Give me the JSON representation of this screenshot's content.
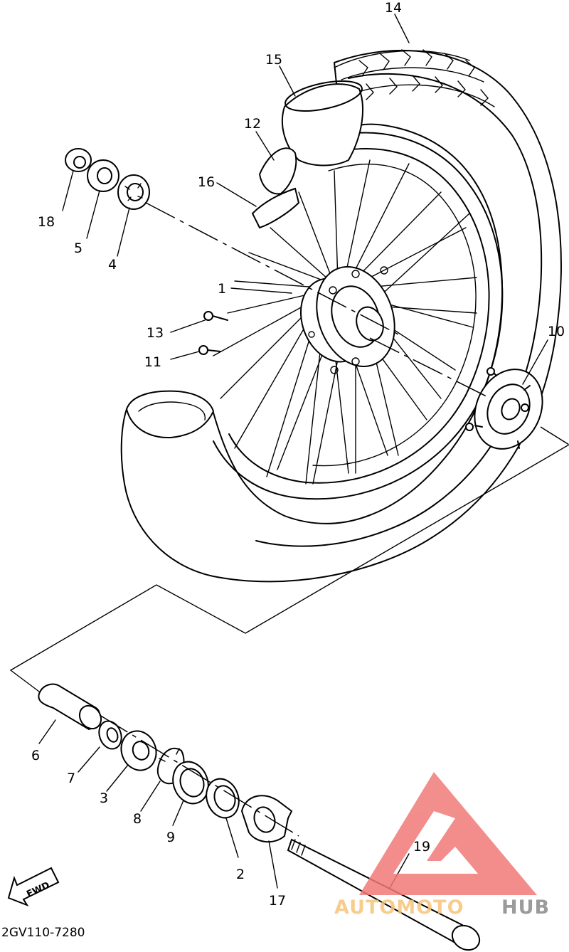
{
  "diagram_code": "2GV110-7280",
  "fwd_label": "FWD",
  "watermark": {
    "part1": "AUTOMOTO",
    "part2": "HUB",
    "color_accent": "#f07a78",
    "color_text": "#f7c47a",
    "color_gray": "#8a8a8a"
  },
  "callouts": {
    "c1": "1",
    "c2": "2",
    "c3": "3",
    "c4": "4",
    "c5": "5",
    "c6": "6",
    "c7": "7",
    "c8": "8",
    "c9": "9",
    "c10": "10",
    "c11": "11",
    "c12": "12",
    "c13": "13",
    "c14": "14",
    "c15": "15",
    "c16": "16",
    "c17": "17",
    "c18": "18",
    "c19": "19"
  }
}
